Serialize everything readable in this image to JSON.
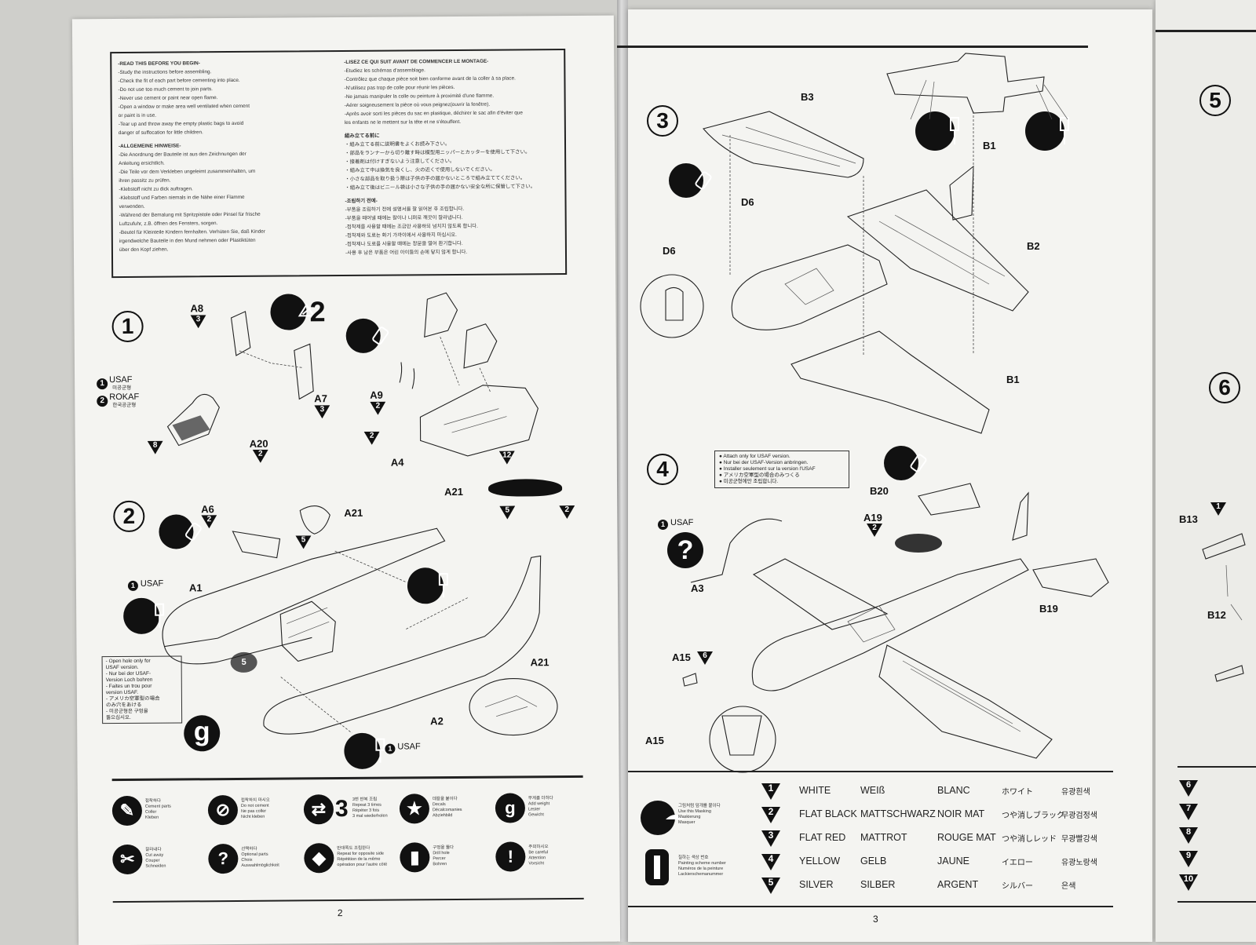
{
  "left_page": {
    "page_number": "2",
    "notes_en": [
      "-READ THIS BEFORE YOU BEGIN-",
      "-Study the instructions before assembling.",
      "-Check the fit of each part before cementing into place.",
      "-Do not use too much cement to join parts.",
      "-Never use cement or paint near open flame.",
      "-Open a window or make area well ventilated when cement",
      " or paint is in use.",
      "-Tear up and throw away the empty plastic bags to avoid",
      " danger of suffocation for little children."
    ],
    "notes_de": [
      "-ALLGEMEINE HINWEISE-",
      "-Die Anordnung der Bauteile ist aus den Zeichnungen der",
      " Anleitung ersichtlich.",
      "-Die Teile vor dem Verkleben ungeleimt zusammenhalten, um",
      " ihren passitz zu prüfen.",
      "-Klebstoff nicht zu dick auftragen.",
      "-Klebstoff und Farben niemals in die Nähe einer Flamme",
      " verwenden.",
      "-Während der Bemalung mit Spritzpistole oder Pinsel für frische",
      " Luftzufuhr, z.B. öffnen des Fensters, sorgen.",
      "-Beutel für Kleinteile Kindern fernhalten. Verhüten Sie, daß Kinder",
      " irgendwelche Bauteile in den Mund nehmen oder Plastiktüten",
      " über den Kopf ziehen."
    ],
    "notes_fr": [
      "-LISEZ CE QUI SUIT AVANT DE COMMENCER LE MONTAGE-",
      "-Etudiez les schémas d'assemblage.",
      "-Contrôlez que chaque pièce soit bien conforme avant de la coller à sa place.",
      "-N'utilisez pas trop de colle pour réunir les pièces.",
      "-Ne jamais manipuler la colle ou peinture à proximité d'une flamme.",
      "-Aérer soigneusement la pièce où vous peignez(ouvrir la fenêtre).",
      "-Après avoir sorti les pièces du sac en plastique, déchirer le sac afin d'éviter que",
      " les enfants ne le mettent sur la tête et ne s'étouffent."
    ],
    "notes_jp": [
      "組み立てる前に",
      "・組み立てる前に説明書をよくお読み下さい。",
      "・部品をランナーから切り離す時は模型用ニッパーとカッターを使用して下さい。",
      "・接着剤は付けすぎないよう注意してください。",
      "・組み立て中は換気を良くし、火の近くで使用しないでください。",
      "・小さな部品を取り扱う際は子供の手の届かないところで組み立ててください。",
      "・組み立て後はビニール袋は小さな子供の手の届かない安全な所に保管して下さい。"
    ],
    "notes_kr": [
      "-조립하기 전에-",
      "-부품을 조립하기 전에 설명서를 잘 읽어본 후 조립합니다.",
      "-부품을 떼어낼 때에는 칼이나 니퍼로 깨끗이 잘라냅니다.",
      "-접착제를 사용할 때에는 조금만 사용하되 넘치지 않도록 합니다.",
      "-접착제와 도료는 화기 가까이에서 사용하지 마십시오.",
      "-접착제나 도료를 사용할 때에는 창문을 열어 환기합니다.",
      "-사용 후 남은 부품은 어린 아이들의 손에 닿지 않게 합니다."
    ],
    "step1": {
      "number": "1",
      "parts": [
        "A8",
        "A7",
        "A20",
        "A9",
        "A4"
      ],
      "paint_refs": [
        "3",
        "3",
        "8",
        "2",
        "2",
        "12"
      ],
      "variant1_label": "USAF",
      "variant1_sub": "미공군형",
      "variant2_label": "ROKAF",
      "variant2_sub": "한국공군형",
      "repeat_count": "2"
    },
    "step2": {
      "number": "2",
      "parts": [
        "A6",
        "A21",
        "A21",
        "A1",
        "A2",
        "A21"
      ],
      "paint_refs": [
        "2",
        "5",
        "2",
        "5"
      ],
      "usaf_tag": "USAF",
      "usaf_tag2": "USAF",
      "weight_symbol": "g",
      "note_lines": [
        "- Open hole only for",
        "  USAF version.",
        "- Nur bei der USAF-",
        "  Version Loch bohren",
        "- Faites un trou pour",
        "  version USAF.",
        "- アメリカ空軍型の場合",
        "  のみ穴をあける",
        "- 미공군형은 구멍을",
        "  뚫으십시오."
      ]
    },
    "legend": [
      {
        "icon": "cement-icon",
        "text": [
          "접착하다",
          "Cement parts",
          "Coller",
          "Kleben"
        ]
      },
      {
        "icon": "no-cement-icon",
        "text": [
          "접착하지 마시오",
          "Do not cement",
          "Ne pas coller",
          "Nicht kleben"
        ]
      },
      {
        "icon": "repeat-icon",
        "number": "3",
        "text": [
          "3번 반복 조립",
          "Repeat 3 times",
          "Répéter 3 fois",
          "3 mal wiederholen"
        ]
      },
      {
        "icon": "decal-icon",
        "text": [
          "데칼을 붙이다",
          "Decals",
          "Décalcomanies",
          "Abziehbild"
        ]
      },
      {
        "icon": "weight-icon",
        "symbol": "g",
        "text": [
          "무게를 더하다",
          "Add weight",
          "Lester",
          "Gewicht"
        ]
      },
      {
        "icon": "cut-icon",
        "text": [
          "잘라내다",
          "Cut away",
          "Couper",
          "Schneiden"
        ]
      },
      {
        "icon": "question-icon",
        "text": [
          "선택하다",
          "Optional parts",
          "Choix",
          "Auswahlmöglichkeit"
        ]
      },
      {
        "icon": "reverse-icon",
        "text": [
          "반대쪽도 조립한다",
          "Repeat for opposite side",
          "Répétition de la même",
          "opération pour l'autre côté"
        ]
      },
      {
        "icon": "drill-icon",
        "text": [
          "구멍을 뚫다",
          "Drill hole",
          "Percer",
          "Bohren"
        ]
      },
      {
        "icon": "caution-icon",
        "text": [
          "주의하시오",
          "Be careful",
          "Attention",
          "Vorsicht"
        ]
      }
    ]
  },
  "right_page": {
    "page_number": "3",
    "step3": {
      "number": "3",
      "parts": [
        "B3",
        "B1",
        "D6",
        "D6",
        "B2",
        "B1"
      ]
    },
    "step4": {
      "number": "4",
      "parts": [
        "B20",
        "A19",
        "A3",
        "B19",
        "A15",
        "A15"
      ],
      "paint_refs": [
        "2",
        "6"
      ],
      "usaf_tag": "USAF",
      "note_lines": [
        "● Attach only for USAF version.",
        "● Nur bei der USAF-Version anbringen.",
        "● Installer seulement sur la version l'USAF",
        "● アメリカ空軍型の場合のみつくる",
        "● 미공군형에만 조립합니다."
      ]
    },
    "legend": {
      "icon1_text": [
        "그림처럼 덮개를 붙이다",
        "Use this Masking",
        "Maskierung",
        "Masquer"
      ],
      "icon2_text": [
        "칠하는 색상 번호",
        "Painting scheme number",
        "Numéros de la peinture",
        "Lackierschemanummer"
      ]
    },
    "paint_chart": [
      {
        "num": "1",
        "en": "WHITE",
        "de": "WEIß",
        "fr": "BLANC",
        "jp": "ホワイト",
        "kr": "유광흰색"
      },
      {
        "num": "2",
        "en": "FLAT BLACK",
        "de": "MATTSCHWARZ",
        "fr": "NOIR MAT",
        "jp": "つや消しブラック",
        "kr": "무광검정색"
      },
      {
        "num": "3",
        "en": "FLAT RED",
        "de": "MATTROT",
        "fr": "ROUGE MAT",
        "jp": "つや消しレッド",
        "kr": "무광빨강색"
      },
      {
        "num": "4",
        "en": "YELLOW",
        "de": "GELB",
        "fr": "JAUNE",
        "jp": "イエロー",
        "kr": "유광노랑색"
      },
      {
        "num": "5",
        "en": "SILVER",
        "de": "SILBER",
        "fr": "ARGENT",
        "jp": "シルバー",
        "kr": "은색"
      }
    ]
  },
  "edge_page": {
    "steps": [
      "5",
      "6"
    ],
    "parts": [
      "B13",
      "B12"
    ],
    "paint_nums": [
      "6",
      "7",
      "8",
      "9",
      "10"
    ]
  }
}
